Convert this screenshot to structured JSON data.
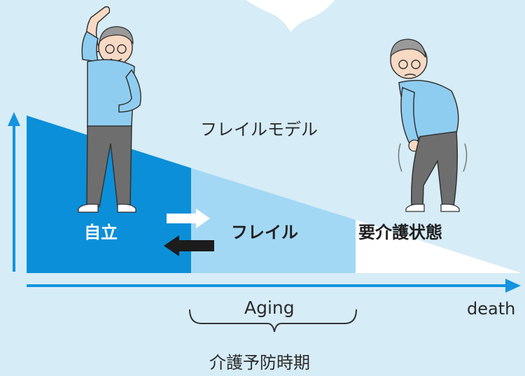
{
  "diagram": {
    "title": "フレイルモデル",
    "zones": {
      "independent": "自立",
      "frail": "フレイル",
      "care_needed": "要介護状態"
    },
    "aging_label": "Aging",
    "death_label": "death",
    "period_label": "介護予防時期"
  },
  "colors": {
    "background": "#d6ecf7",
    "zone_independent": "#0b8fd8",
    "zone_frail": "#a3d8f4",
    "zone_care": "#ffffff",
    "axis": "#1493df",
    "arrow_forward": "#ffffff",
    "arrow_back": "#1c1c1c",
    "shirt": "#8fcdf0",
    "pants": "#6e6e6e"
  },
  "icons": [
    "speech-bubble-icon",
    "exercising-elderly-man-icon",
    "frail-elderly-man-icon"
  ]
}
